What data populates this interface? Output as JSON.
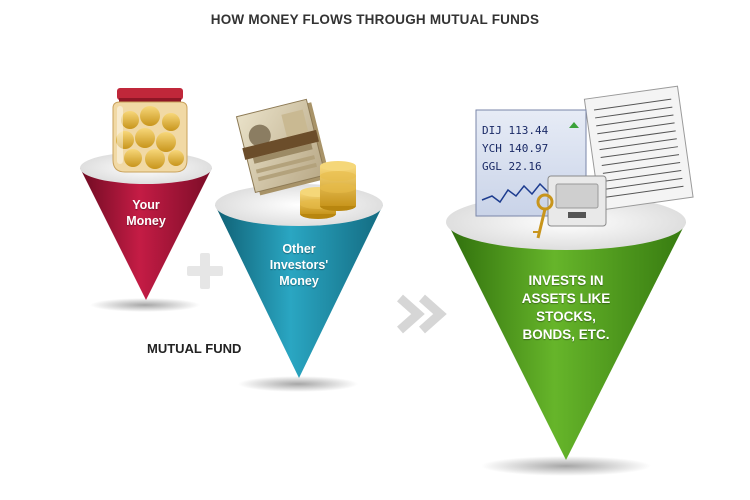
{
  "title": "HOW MONEY FLOWS THROUGH MUTUAL FUNDS",
  "cones": {
    "your_money": {
      "lines": [
        "Your",
        "Money"
      ],
      "color": "#b0163a"
    },
    "other_investors": {
      "lines": [
        "Other",
        "Investors'",
        "Money"
      ],
      "color": "#1f8fa8"
    },
    "invests": {
      "lines": [
        "INVESTS IN",
        "ASSETS LIKE",
        "STOCKS,",
        "BONDS, ETC."
      ],
      "color": "#4e9a1c"
    }
  },
  "mutual_fund_label": "MUTUAL FUND",
  "plus_symbol": "+",
  "arrow_symbol": ">",
  "ticker": [
    {
      "symbol": "DIJ",
      "value": "113.44"
    },
    {
      "symbol": "YCH",
      "value": "140.97"
    },
    {
      "symbol": "GGL",
      "value": "22.16"
    }
  ],
  "icons": [
    "coin-jar-icon",
    "banknote-stack-icon",
    "coin-stack-icon",
    "stock-ticker-icon",
    "newspaper-icon",
    "vault-key-icon"
  ]
}
